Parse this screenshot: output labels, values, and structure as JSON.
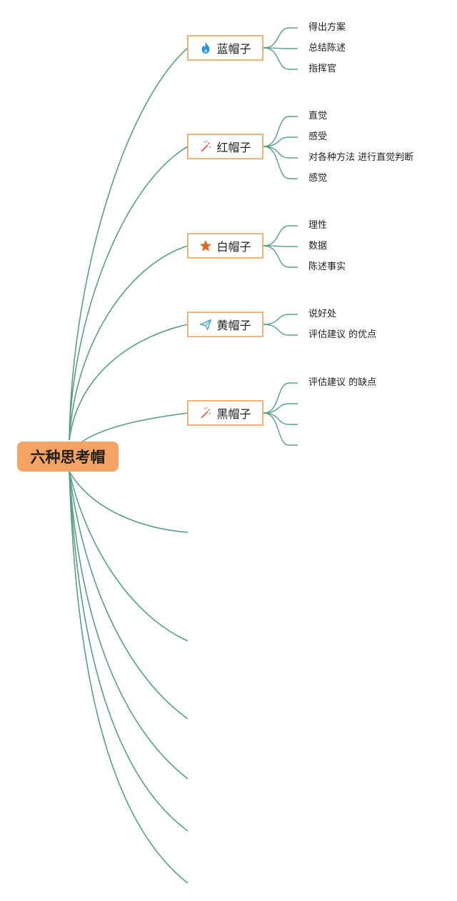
{
  "root": {
    "label": "六种思考帽"
  },
  "branches": [
    {
      "label": "蓝帽子",
      "icon": "flame-icon",
      "children": [
        "得出方案",
        "总结陈述",
        "指挥官"
      ]
    },
    {
      "label": "红帽子",
      "icon": "magic-wand-icon",
      "children": [
        "直觉",
        "感受",
        "对各种方法 进行直觉判断",
        "感觉"
      ]
    },
    {
      "label": "白帽子",
      "icon": "star-icon",
      "children": [
        "理性",
        "数据",
        "陈述事实"
      ]
    },
    {
      "label": "黄帽子",
      "icon": "paper-plane-icon",
      "children": [
        "说好处",
        "评估建议 的优点"
      ]
    },
    {
      "label": "黑帽子",
      "icon": "magic-wand-icon",
      "children": [
        "评估建议 的缺点",
        "",
        "",
        ""
      ]
    }
  ],
  "colors": {
    "connector": "#5a9e86",
    "root_fill": "#f3a465",
    "node_border": "#f0b27d",
    "flame": "#2a8fd9",
    "star": "#e0682a",
    "wand": "#e05a44",
    "plane": "#4aa3c9"
  }
}
